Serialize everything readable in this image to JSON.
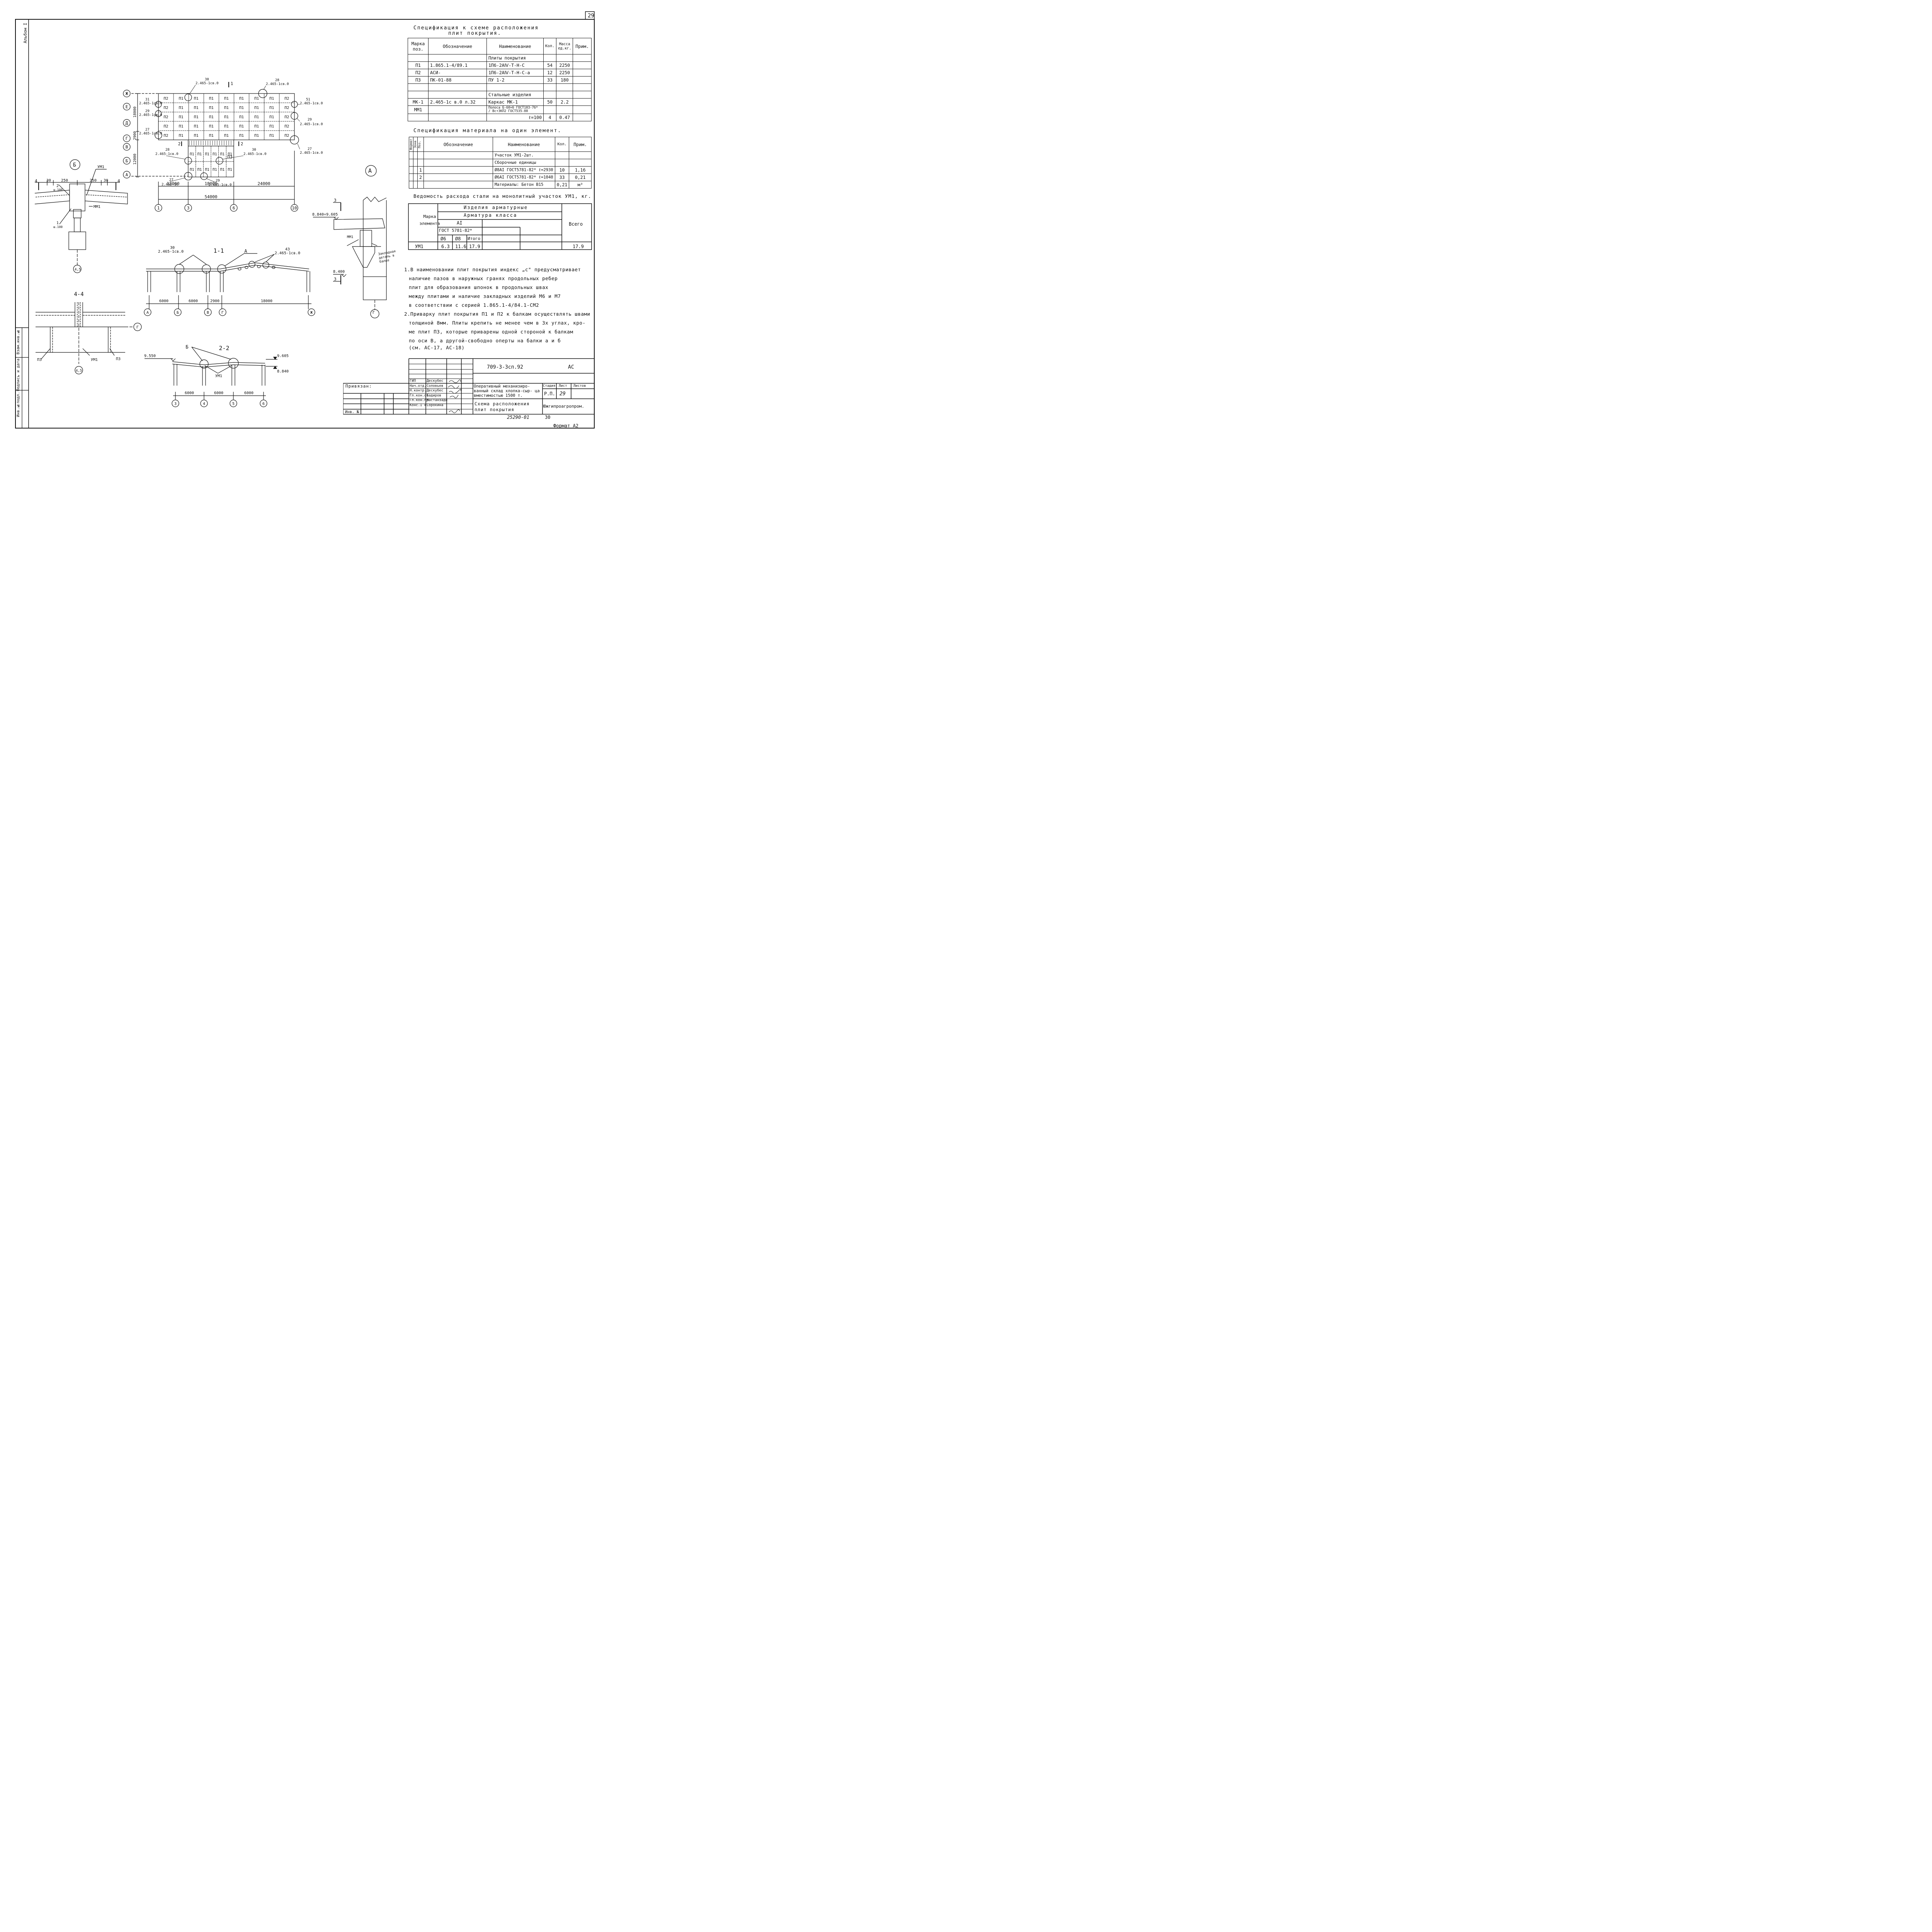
{
  "sheet_number": "29",
  "album_label": "Альбом I",
  "format_label": "Формат А2",
  "archive_number": "25290-01",
  "archive_page": "30",
  "spec1": {
    "title_line1": "Спецификация к схеме расположения",
    "title_line2": "плит покрытия.",
    "headers": [
      "Марка поз.",
      "Обозначение",
      "Наименование",
      "Кол.",
      "Масса ед.кг.",
      "Прим."
    ],
    "rows": [
      [
        "",
        "",
        "Плиты покрытия",
        "",
        "",
        ""
      ],
      [
        "П1",
        "1.865.1-4/89.1",
        "1П6-2АⅣ-Т-Н-С",
        "54",
        "2250",
        ""
      ],
      [
        "П2",
        "АСИ-",
        "1П6-2АⅣ-Т-Н-С-а",
        "12",
        "2250",
        ""
      ],
      [
        "П3",
        "ПК-01-88",
        "ПУ 1-2",
        "33",
        "180",
        ""
      ],
      [
        "",
        "",
        "",
        "",
        "",
        ""
      ],
      [
        "",
        "",
        "Стальные изделия",
        "",
        "",
        ""
      ],
      [
        "МК-1",
        "2.465-1с в.0 л.32",
        "Каркас МК-1",
        "50",
        "2.2",
        ""
      ],
      [
        "ММ1",
        "",
        "Полоса Б-60×6 ГОСТ103-76* / Вст3КП2 ГОСТ535-88",
        "",
        "",
        ""
      ],
      [
        "",
        "",
        "ℓ=100",
        "4",
        "0.47",
        ""
      ]
    ]
  },
  "spec2": {
    "title": "Спецификация материала на один элемент.",
    "headers": [
      "Формат",
      "Зона",
      "Поз.",
      "Обозначение",
      "Наименование",
      "Кол.",
      "Прим."
    ],
    "rows": [
      [
        "",
        "",
        "",
        "",
        "Участок УМ1-2шт.",
        "",
        ""
      ],
      [
        "",
        "",
        "",
        "",
        "Сборочные единицы",
        "",
        ""
      ],
      [
        "",
        "",
        "1",
        "",
        "Ø8AI ГОСТ5781-82* ℓ=2930",
        "10",
        "1,16"
      ],
      [
        "",
        "",
        "2",
        "",
        "Ø6AI ГОСТ5781-82* ℓ=1040",
        "33",
        "0,21"
      ],
      [
        "",
        "",
        "",
        "",
        "Материалы: Бетон В15",
        "0,21",
        "м³"
      ]
    ]
  },
  "steel": {
    "title": "Ведомость расхода стали на монолитный участок УМ1, кг.",
    "h_mark": "Марка элемента",
    "h_products": "Изделия арматурные",
    "h_rebar": "Арматура класса",
    "h_class": "AI",
    "h_gost": "ГОСТ 5781-82*",
    "h_total": "Всего",
    "cols": [
      "Ø6",
      "Ø8",
      "Итого"
    ],
    "row": {
      "mark": "УМ1",
      "d6": "6.3",
      "d8": "11.6",
      "sum": "17.9",
      "total": "17.9"
    }
  },
  "notes": [
    "1.В наименовании плит покрытия индекс „с\" предусматривает",
    "наличие пазов в наружных гранях продольных ребер",
    "плит для образования шпонок в продольных швах",
    "между плитами и наличие закладных изделий М6 и М7",
    "в соответствии с серией 1.865.1-4/84.1-СМ2",
    "2.Приварку плит покрытия П1 и П2 к балкам осуществлять швами",
    "толщиной 8мм. Плиты крепить не менее чем в 3х углах, кро-",
    "ме плит П3, которые приварены одной стороной к балкам",
    "по оси В, а другой-свободно оперты на балки а и б",
    "(см. АС-17, АС-18)"
  ],
  "plan": {
    "row_axes": [
      "Ж",
      "Е",
      "Д",
      "Г",
      "В",
      "Б",
      "А"
    ],
    "col_axes": [
      "1",
      "3",
      "6",
      "10"
    ],
    "grid": [
      [
        "П2",
        "П1",
        "П1",
        "П1",
        "П1",
        "П1",
        "П1",
        "П1",
        "П2"
      ],
      [
        "П2",
        "П1",
        "П1",
        "П1",
        "П1",
        "П1",
        "П1",
        "П1",
        "П2"
      ],
      [
        "П2",
        "П1",
        "П1",
        "П1",
        "П1",
        "П1",
        "П1",
        "П1",
        "П2"
      ],
      [
        "П2",
        "П1",
        "П1",
        "П1",
        "П1",
        "П1",
        "П1",
        "П1",
        "П2"
      ],
      [
        "П2",
        "П1",
        "П1",
        "П1",
        "П1",
        "П1",
        "П1",
        "П1",
        "П2"
      ]
    ],
    "lower_grid": [
      [
        "П1",
        "П1",
        "П1",
        "П1",
        "П1",
        "П1"
      ],
      [
        "П1",
        "П1",
        "П1",
        "П1",
        "П1",
        "П1"
      ]
    ],
    "dims_bottom": [
      "12000",
      "18000",
      "24000"
    ],
    "dim_total": "54000",
    "dims_left": [
      "18000",
      "2900",
      "12000"
    ],
    "callouts": [
      {
        "num": "30",
        "ref": "2.465-1св.0"
      },
      {
        "num": "28",
        "ref": "2.465-1св.0"
      },
      {
        "num": "31",
        "ref": "2.465-1св.0"
      },
      {
        "num": "29",
        "ref": "2.465-1св.0"
      },
      {
        "num": "27",
        "ref": "2.465-1св.0"
      },
      {
        "num": "51",
        "ref": "2.465-1св.0"
      },
      {
        "num": "29",
        "ref": "2.465-1св.0"
      },
      {
        "num": "27",
        "ref": "2.465-1св.0"
      },
      {
        "num": "28",
        "ref": "2.465-1св.0"
      },
      {
        "num": "30",
        "ref": "2.465-1св.0"
      },
      {
        "num": "27",
        "ref": "2.465-1с"
      },
      {
        "num": "29",
        "ref": "2.465-1св.0"
      }
    ],
    "label_p3": "П3",
    "cut1": "1",
    "cut2": "2"
  },
  "node_b": {
    "marker": "Б",
    "section_mark": "4",
    "dims": [
      "30",
      "250",
      "250",
      "30"
    ],
    "labels": [
      "УМ1",
      "ММ1",
      "2",
      "ш.100",
      "1",
      "ш.100"
    ],
    "axis": "4,5"
  },
  "node_a": {
    "marker": "А",
    "section_mark": "3",
    "level_top": "8.840÷9.605",
    "level_bottom": "8.400",
    "labels": [
      "ММ1",
      "Закладная деталь в балке"
    ],
    "axis": "Г"
  },
  "section11": {
    "title": "1-1",
    "ref_a": "А",
    "callout_left": {
      "num": "30",
      "ref": "2.465-1св.0"
    },
    "callout_right": {
      "num": "43",
      "ref": "2.465-1св.0"
    },
    "dims": [
      "6000",
      "6000",
      "2900",
      "18000"
    ],
    "axes": [
      "А",
      "Б",
      "В",
      "Г",
      "Ж"
    ]
  },
  "section44": {
    "title": "4-4",
    "labels": [
      "П3",
      "УМ1",
      "П3"
    ],
    "axis_right": "Г",
    "axis_bottom": "4,5"
  },
  "section22": {
    "title": "2-2",
    "ref_b": "Б",
    "label": "УМ1",
    "level_left": "9.550",
    "level_right_top": "9.605",
    "level_right_bottom": "8.840",
    "dims": [
      "6000",
      "6000",
      "6000"
    ],
    "axes": [
      "3",
      "4",
      "5",
      "6"
    ]
  },
  "stamp": {
    "code": "709-3-3сп.92",
    "type": "АС",
    "bound_label": "Привязан:",
    "inv_label": "Инв. №",
    "roles": [
      {
        "role": "ГИП",
        "name": "Дескубес"
      },
      {
        "role": "Нач.отд.",
        "name": "Соловьев"
      },
      {
        "role": "Н.контр.",
        "name": "Дескубес"
      },
      {
        "role": "Гл.кон.от",
        "name": "Бадиров"
      },
      {
        "role": "Гл.кон.пр",
        "name": "Мастанзаде"
      },
      {
        "role": "Конс.I к.",
        "name": "Сорокина"
      }
    ],
    "project": "Оперативный механизиро- ванный склад хлопка-сыр- ца вместимостью 1500 т.",
    "h_stage": "Стадия",
    "h_sheet": "Лист",
    "h_sheets": "Листов",
    "stage": "Р.П.",
    "sheet": "29",
    "title": "Схема расположения плит покрытия",
    "org": "Южгипроагропром."
  },
  "side_stamp": [
    "Инв.№подл.",
    "Подпись и дата",
    "Взам.инв.№"
  ]
}
